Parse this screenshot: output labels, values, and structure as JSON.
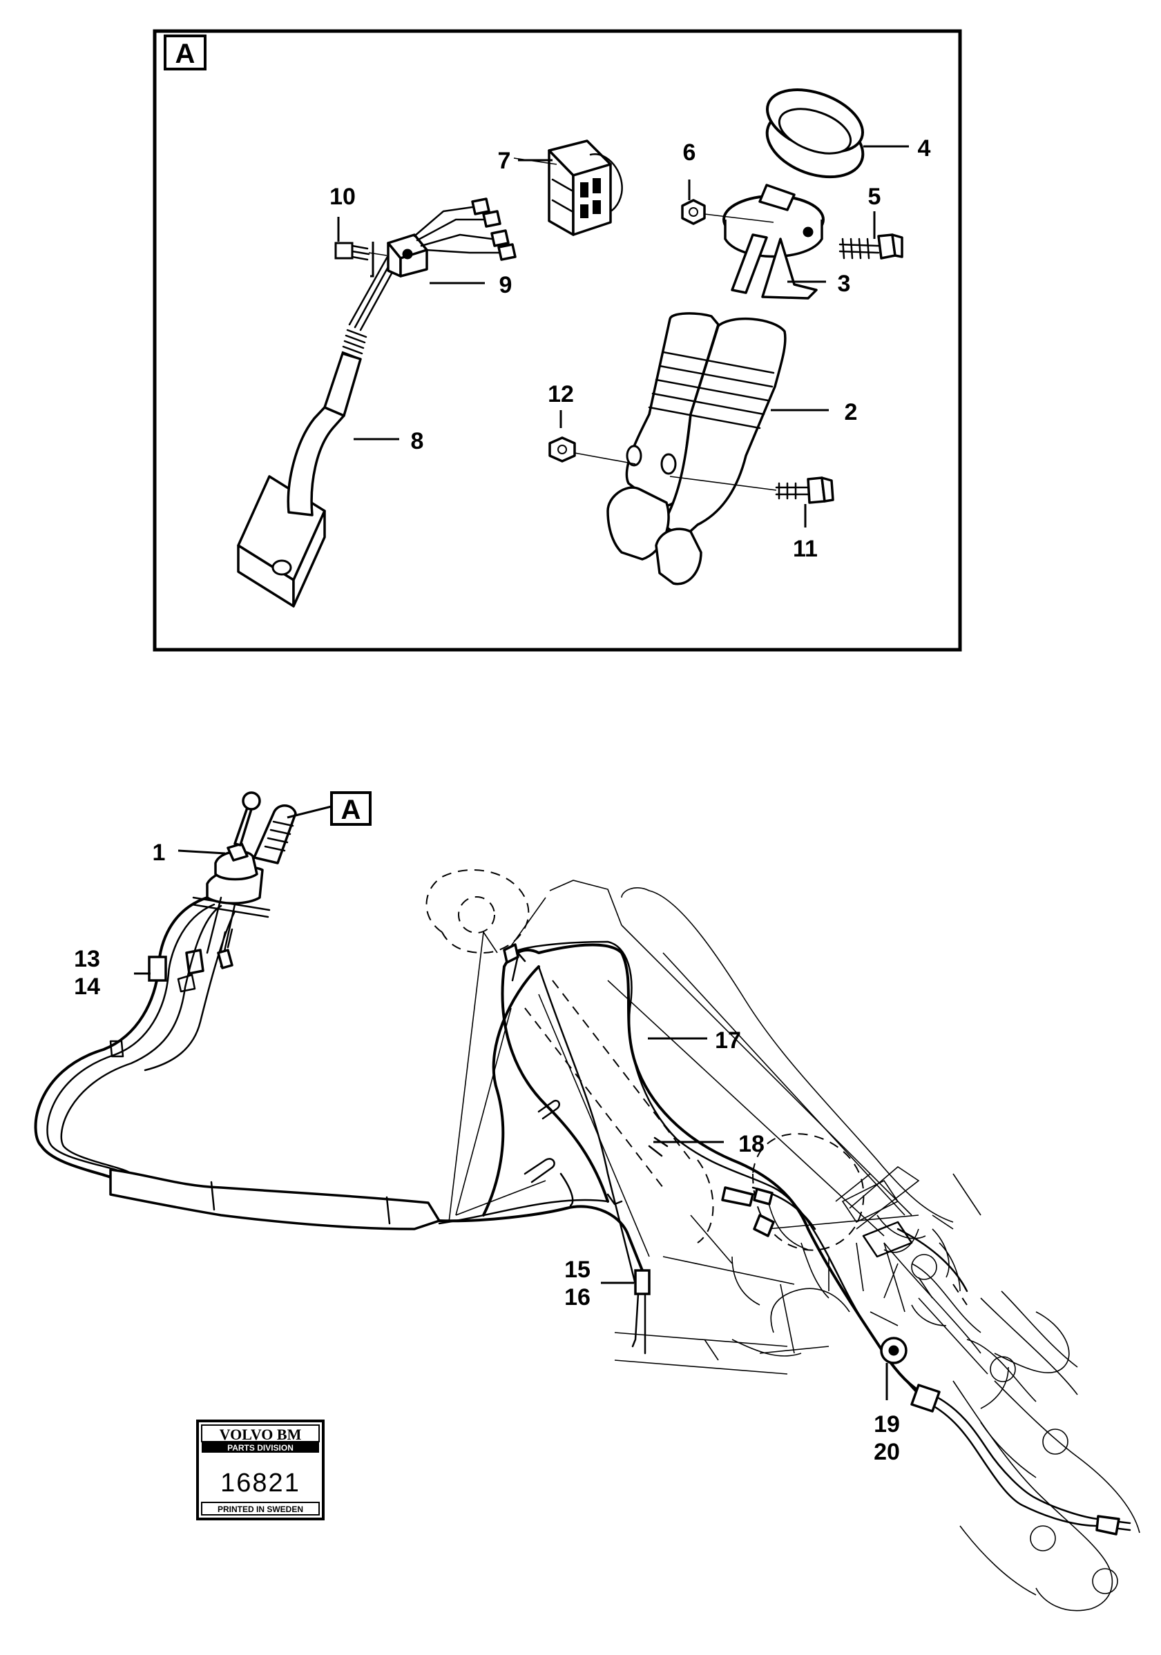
{
  "detail_view": {
    "label": "A"
  },
  "detail_reference": {
    "label": "A"
  },
  "callouts": {
    "c1": "1",
    "c2": "2",
    "c3": "3",
    "c4": "4",
    "c5": "5",
    "c6": "6",
    "c7": "7",
    "c8": "8",
    "c9": "9",
    "c10": "10",
    "c11": "11",
    "c12": "12",
    "c13": "13",
    "c14": "14",
    "c15": "15",
    "c16": "16",
    "c17": "17",
    "c18": "18",
    "c19": "19",
    "c20": "20"
  },
  "stamp": {
    "brand": "VOLVO BM",
    "division": "PARTS DIVISION",
    "number": "16821",
    "printed": "PRINTED IN SWEDEN"
  }
}
